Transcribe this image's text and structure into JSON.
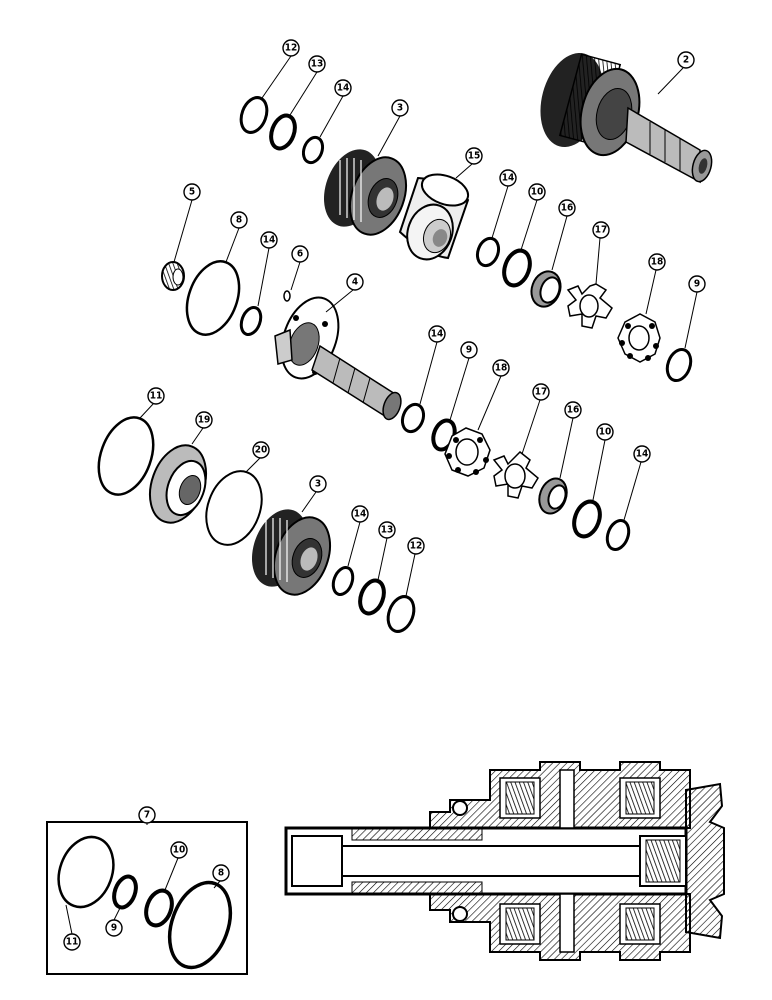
{
  "callouts": {
    "c12a": "12",
    "c13a": "13",
    "c14a": "14",
    "c3a": "3",
    "c2": "2",
    "c15": "15",
    "c14b": "14",
    "c10a": "10",
    "c16a": "16",
    "c17a": "17",
    "c5": "5",
    "c8a": "8",
    "c14c": "14",
    "c6": "6",
    "c4": "4",
    "c18a": "18",
    "c9a": "9",
    "c14d": "14",
    "c9b": "9",
    "c18b": "18",
    "c17b": "17",
    "c16b": "16",
    "c10b": "10",
    "c14e": "14",
    "c11a": "11",
    "c19": "19",
    "c20": "20",
    "c3b": "3",
    "c14f": "14",
    "c13b": "13",
    "c12b": "12",
    "c7": "7",
    "c10c": "10",
    "c8b": "8",
    "c11b": "11",
    "c9c": "9"
  }
}
